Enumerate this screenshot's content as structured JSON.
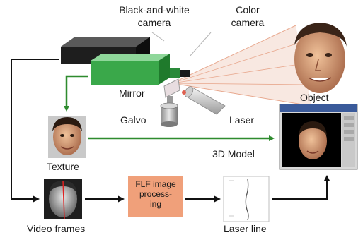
{
  "labels": {
    "bw_camera_line1": "Black-and-white",
    "bw_camera_line2": "camera",
    "color_camera_line1": "Color",
    "color_camera_line2": "camera",
    "mirror": "Mirror",
    "object": "Object",
    "galvo": "Galvo",
    "laser": "Laser",
    "texture": "Texture",
    "model_3d": "3D Model",
    "video_frames": "Video frames",
    "processing_line1": "FLF image",
    "processing_line2": "process-",
    "processing_line3": "ing",
    "laser_line": "Laser line"
  },
  "colors": {
    "arrow_green": "#2e8b2e",
    "arrow_black": "#111111",
    "processing_box": "#f0a07a",
    "camera_green": "#3aa84a",
    "camera_dark": "#1e1e1e"
  }
}
